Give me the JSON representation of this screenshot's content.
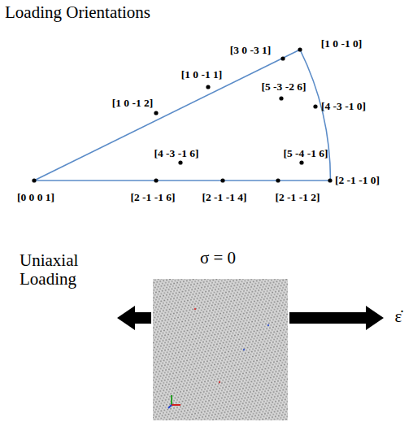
{
  "diagram": {
    "title": "Loading Orientations",
    "labels": [
      "[0 0 0 1]",
      "[2 -1 -1 6]",
      "[2 -1 -1 4]",
      "[2 -1 -1 2]",
      "[2 -1 -1 0]",
      "[4 -3 -1 0]",
      "[1 0 -1 0]",
      "[3 0 -3 1]",
      "[1 0 -1 1]",
      "[1 0 -1 2]",
      "[5 -3 -2 6]",
      "[4 -3 -1 6]",
      "[5 -4 -1 6]",
      "Uniaxial Loading",
      "σ = 0",
      "ε̇"
    ]
  }
}
